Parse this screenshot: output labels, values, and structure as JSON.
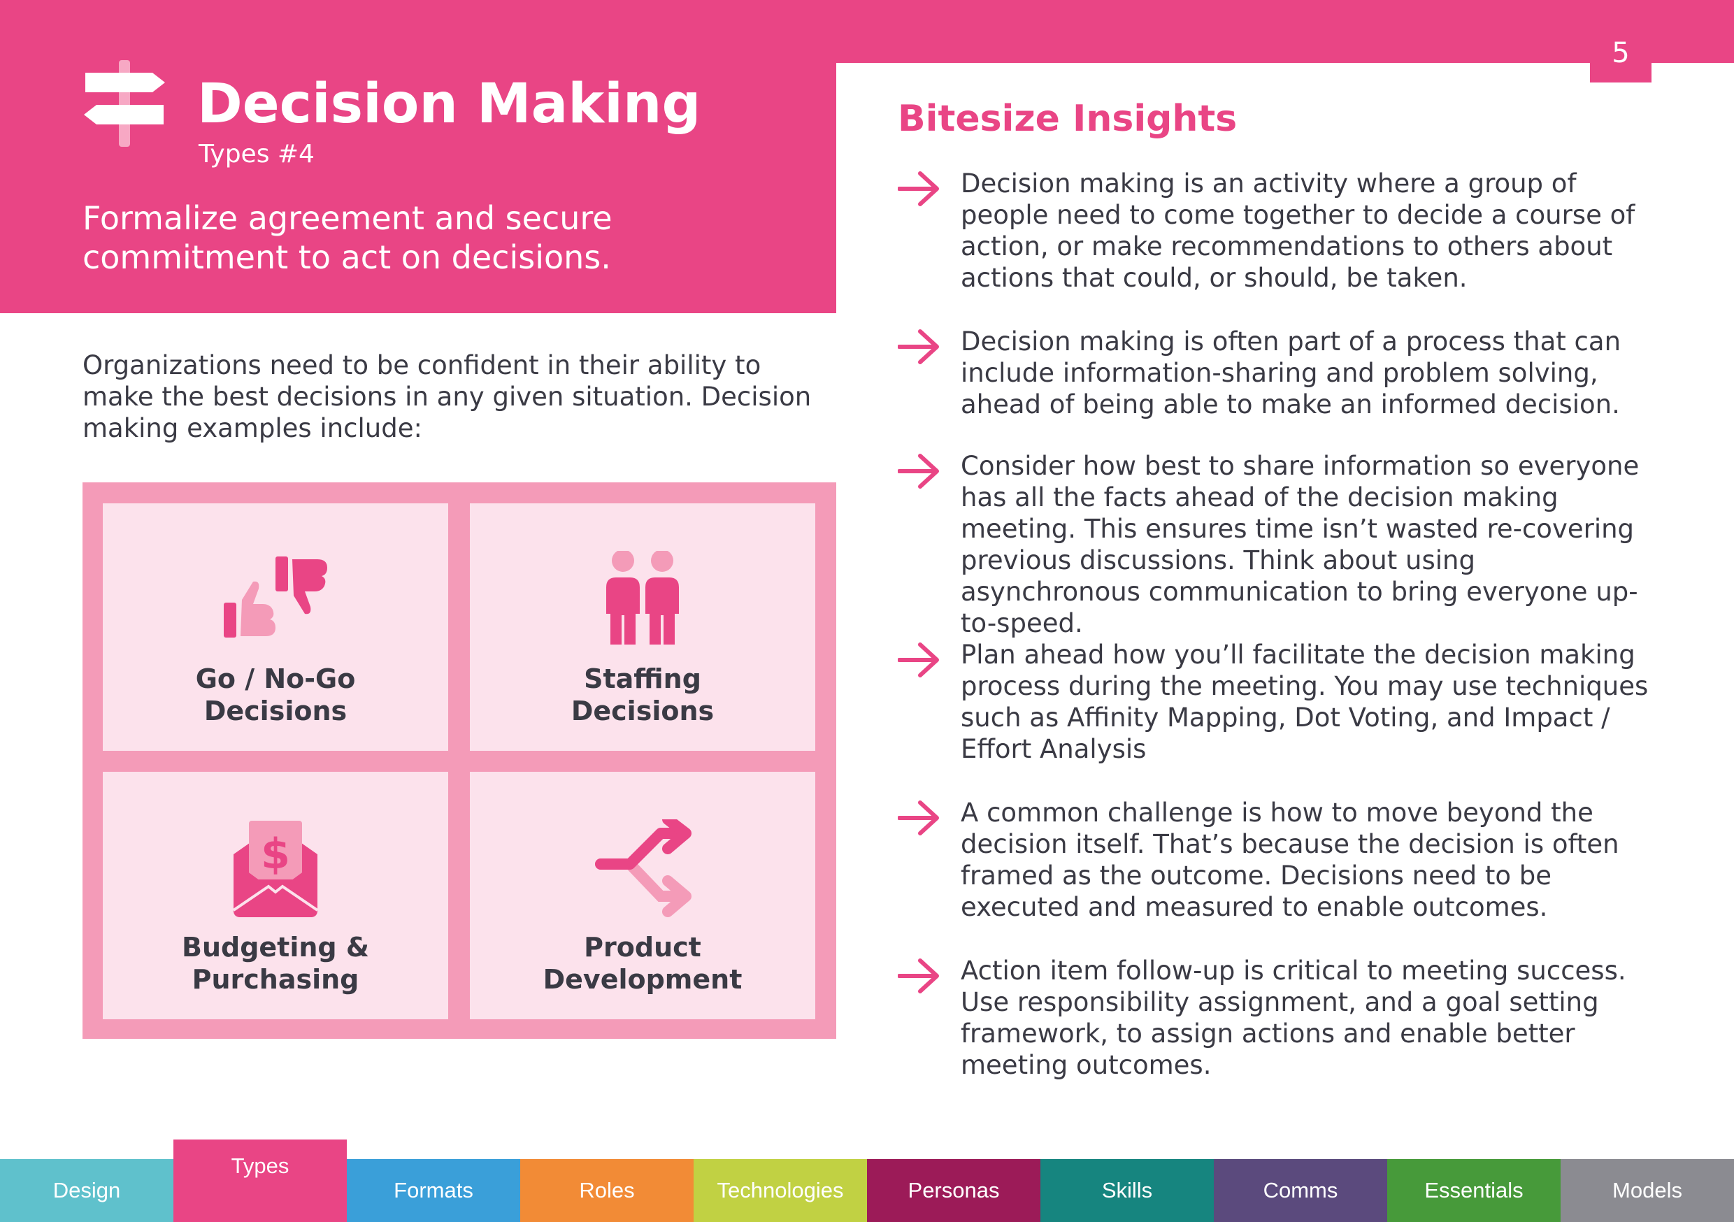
{
  "page_number": "5",
  "header": {
    "title": "Decision Making",
    "subtitle": "Types #4",
    "lead": "Formalize agreement and secure commitment to act on decisions."
  },
  "intro": "Organizations need to be confident in their ability to make the best decisions in any given situation. Decision making examples include:",
  "examples": [
    {
      "line1": "Go / No-Go",
      "line2": "Decisions",
      "icon": "thumbs-up-down-icon"
    },
    {
      "line1": "Staffing",
      "line2": "Decisions",
      "icon": "people-icon"
    },
    {
      "line1": "Budgeting &",
      "line2": "Purchasing",
      "icon": "money-envelope-icon"
    },
    {
      "line1": "Product",
      "line2": "Development",
      "icon": "split-arrows-icon"
    }
  ],
  "insights": {
    "title": "Bitesize Insights",
    "items": [
      "Decision making is an activity where a group of people need to come together to decide a course of action, or make recommendations to others about actions that could, or should, be taken.",
      "Decision making is often part of a process that can include information-sharing and problem solving, ahead of being able to make an informed decision.",
      "Consider how best to share information so everyone has all the facts ahead of the decision making meeting. This ensures time isn’t wasted re-covering previous discussions. Think about using asynchronous communication to bring everyone up-to-speed.",
      "Plan ahead how you’ll facilitate the decision making process during the meeting. You may use techniques such as Affinity Mapping, Dot Voting, and Impact / Effort Analysis",
      "A common challenge is how to move beyond the decision itself. That’s because the decision is often framed as the outcome. Decisions need to be executed and measured to enable outcomes.",
      "Action item follow-up is critical to meeting success. Use responsibility assignment, and a goal setting framework, to assign actions and enable better meeting outcomes."
    ]
  },
  "nav": {
    "active": "Types",
    "tabs": [
      {
        "label": "Design",
        "color": "#5fc1cc"
      },
      {
        "label": "Types",
        "color": "#e94585"
      },
      {
        "label": "Formats",
        "color": "#3a9fd9"
      },
      {
        "label": "Roles",
        "color": "#f28b36"
      },
      {
        "label": "Technologies",
        "color": "#c1d143"
      },
      {
        "label": "Personas",
        "color": "#9c1b58"
      },
      {
        "label": "Skills",
        "color": "#16857f"
      },
      {
        "label": "Comms",
        "color": "#5b4a7d"
      },
      {
        "label": "Essentials",
        "color": "#479a3a"
      },
      {
        "label": "Models",
        "color": "#8b8b91"
      }
    ]
  },
  "colors": {
    "brand": "#e94585",
    "light_pink": "#f49bb8",
    "pale_pink": "#fce2ec",
    "text": "#3a3a44"
  }
}
